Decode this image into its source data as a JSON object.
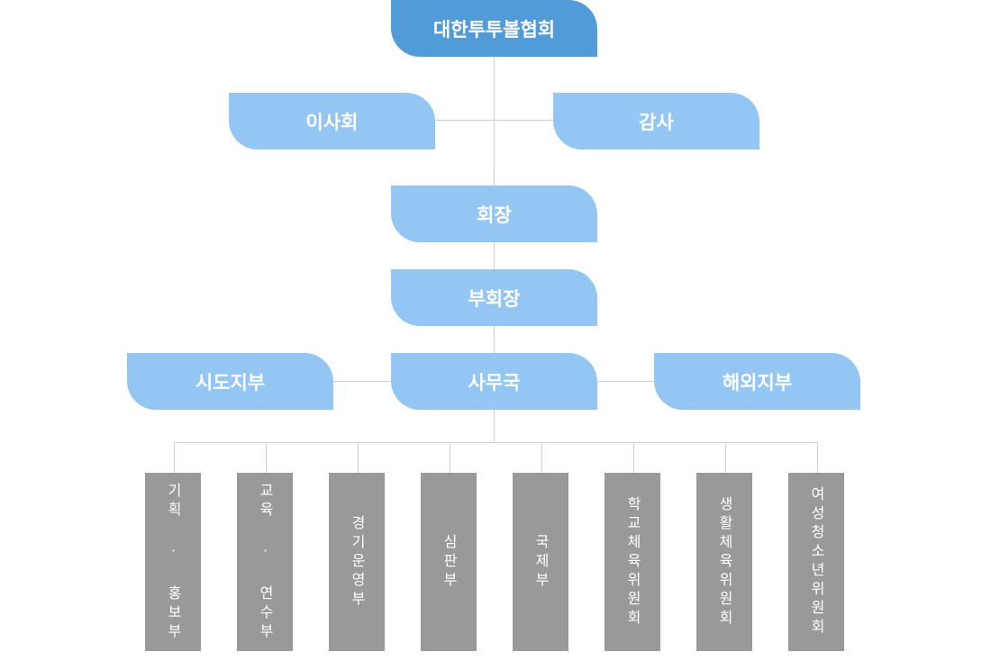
{
  "org": {
    "top": "대한투투볼협회",
    "board": "이사회",
    "audit": "감사",
    "president": "회장",
    "vice_president": "부회장",
    "regional": "시도지부",
    "secretariat": "사무국",
    "overseas": "해외지부"
  },
  "departments": [
    "기획 · 홍보부",
    "교육 · 연수부",
    "경기운영부",
    "심판부",
    "국제부",
    "학교체육위원회",
    "생활체육위원회",
    "여성청소년위원회"
  ],
  "colors": {
    "top_box": "#519bd8",
    "box": "#93c6f2",
    "department": "#999999",
    "connector": "#cfcfcf"
  }
}
